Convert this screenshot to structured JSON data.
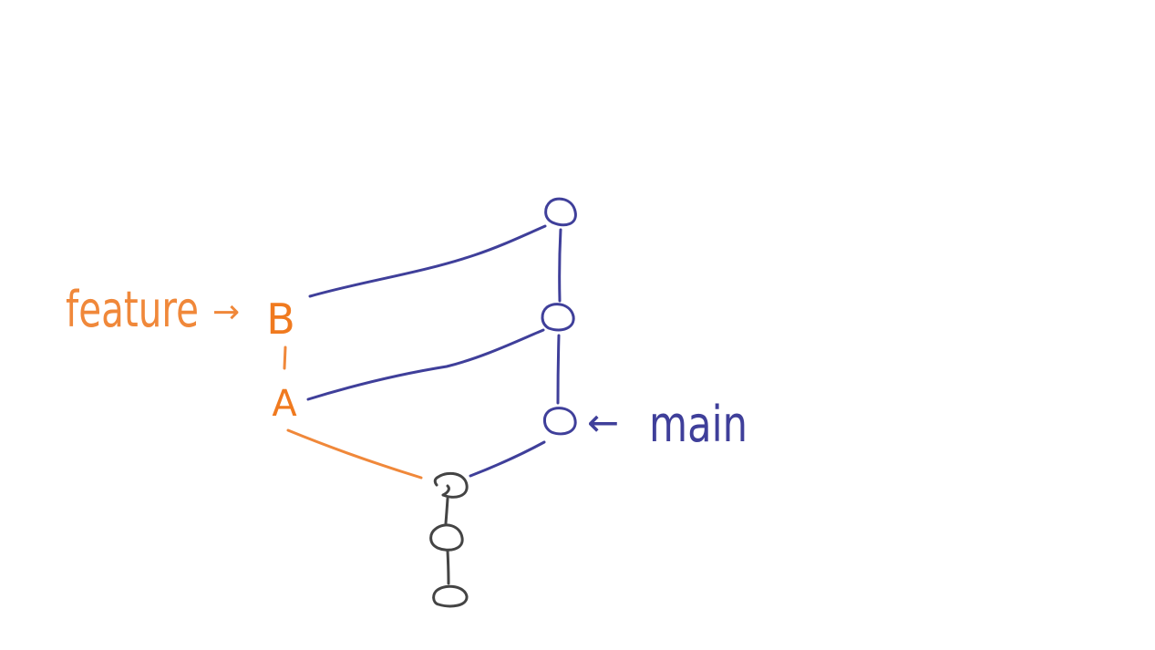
{
  "colors": {
    "main_branch": "#3f3f9a",
    "feature_branch": "#f0883a",
    "feature_commit_text": "#f07a1f",
    "base_history": "#444444",
    "background": "#ffffff"
  },
  "labels": {
    "feature_branch": "feature",
    "main_branch": "main",
    "arrow_right": "→",
    "arrow_left": "←"
  },
  "commits": {
    "feature": [
      {
        "id": "B"
      },
      {
        "id": "A"
      }
    ],
    "main": [
      {
        "id": ""
      },
      {
        "id": ""
      },
      {
        "id": ""
      }
    ],
    "base": [
      {
        "id": ""
      },
      {
        "id": ""
      },
      {
        "id": ""
      }
    ]
  }
}
